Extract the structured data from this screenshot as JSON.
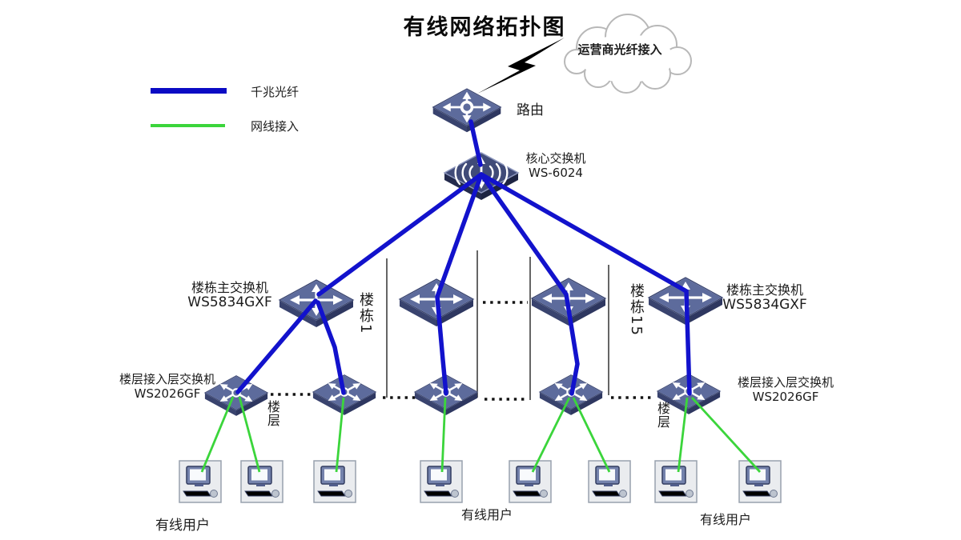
{
  "title": "有线网络拓扑图",
  "legend": {
    "fiber": {
      "label": "千兆光纤",
      "color": "#0b0bc4"
    },
    "ethernet": {
      "label": "网线接入",
      "color": "#3bd53b"
    }
  },
  "cloud": {
    "label": "运营商光纤接入"
  },
  "router": {
    "label": "路由"
  },
  "core_switch": {
    "name": "核心交换机",
    "model": "WS-6024"
  },
  "building_switch_left": {
    "name": "楼栋主交换机",
    "model": "WS5834GXF"
  },
  "building_switch_right": {
    "name": "楼栋主交换机",
    "model": "WS5834GXF"
  },
  "floor_switch_left": {
    "name": "楼层接入层交换机",
    "model": "WS2026GF"
  },
  "floor_switch_right": {
    "name": "楼层接入层交换机",
    "model": "WS2026GF"
  },
  "building_labels": {
    "left": "楼栋1",
    "right": "楼栋15"
  },
  "floor_labels": {
    "left": "楼层",
    "right": "楼层"
  },
  "user_labels": {
    "left": "有线用户",
    "center": "有线用户",
    "right": "有线用户"
  },
  "counts": {
    "building_switches": 4,
    "floor_switches": 5,
    "computers": 8
  },
  "colors": {
    "fiber_line": "#1212cc",
    "ethernet_line": "#3bd53b",
    "switch_face": "#5d6b9c",
    "core_face": "#404b78"
  }
}
